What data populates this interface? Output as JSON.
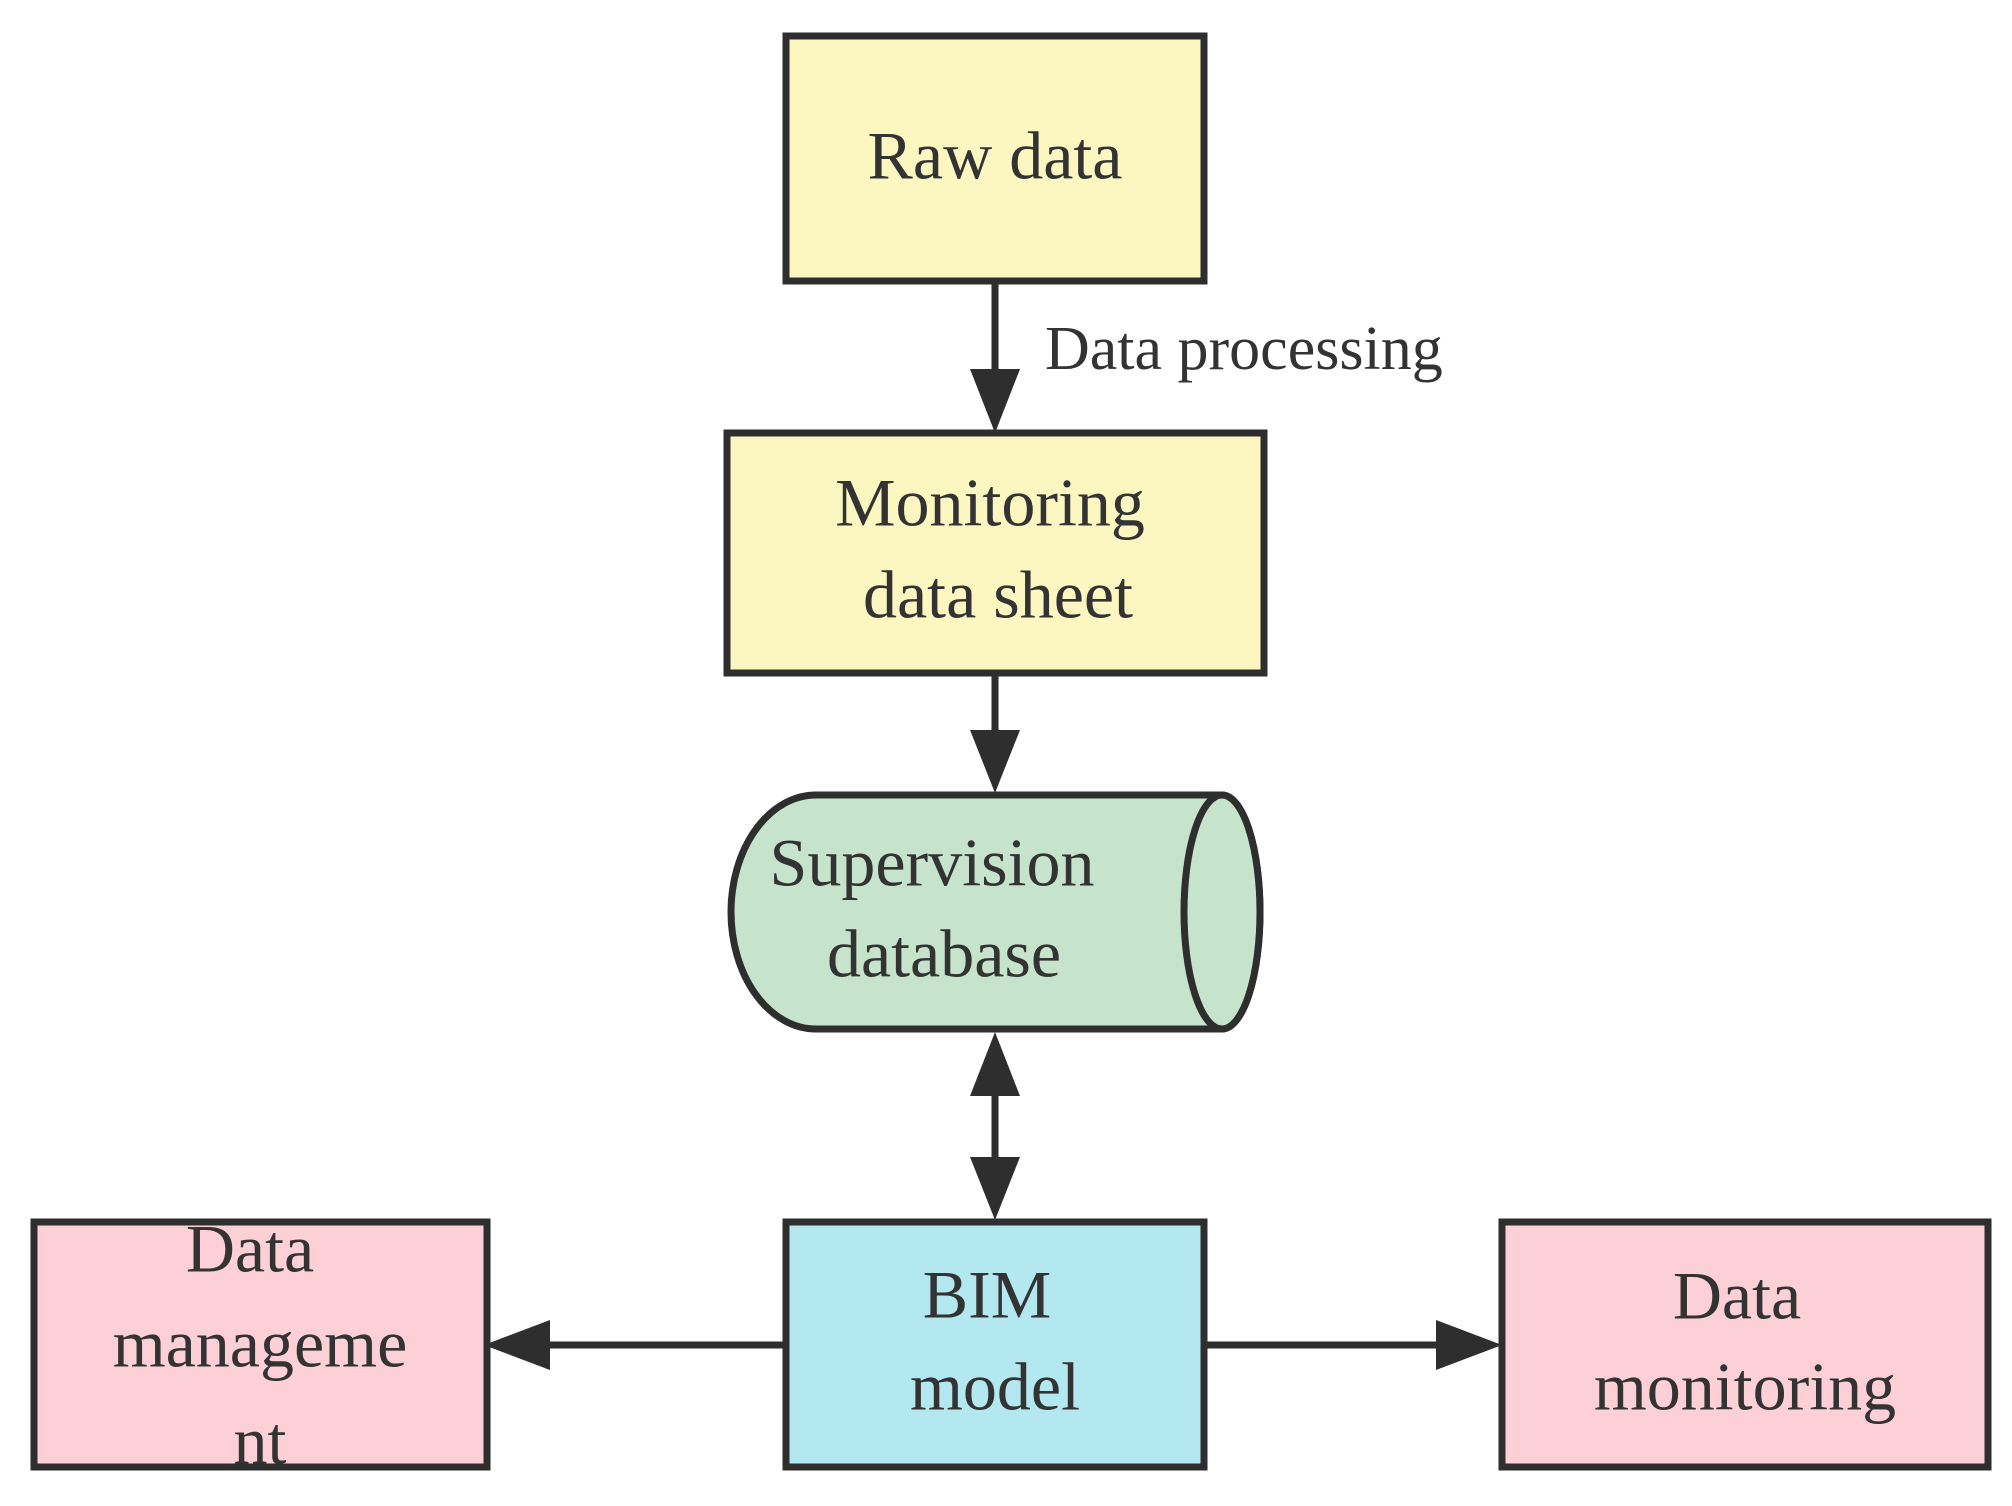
{
  "nodes": {
    "raw_data": {
      "label": "Raw data",
      "fill": "#fcf7c1"
    },
    "monitoring_sheet": {
      "line1": "Monitoring",
      "line2": "data sheet",
      "fill": "#fcf7c1"
    },
    "supervision_db": {
      "line1": "Supervision",
      "line2": "database",
      "fill": "#c6e3cb"
    },
    "bim_model": {
      "line1": "BIM",
      "line2": "model",
      "fill": "#b3e8f0"
    },
    "data_management": {
      "line1": "Data",
      "line2": "manageme",
      "line3": "nt",
      "fill": "#fdd0d7"
    },
    "data_monitoring": {
      "line1": "Data",
      "line2": "monitoring",
      "fill": "#fdd0d7"
    }
  },
  "edges": {
    "raw_to_sheet": {
      "label": "Data processing"
    }
  },
  "colors": {
    "stroke": "#2e2e2e",
    "text": "#333333"
  }
}
